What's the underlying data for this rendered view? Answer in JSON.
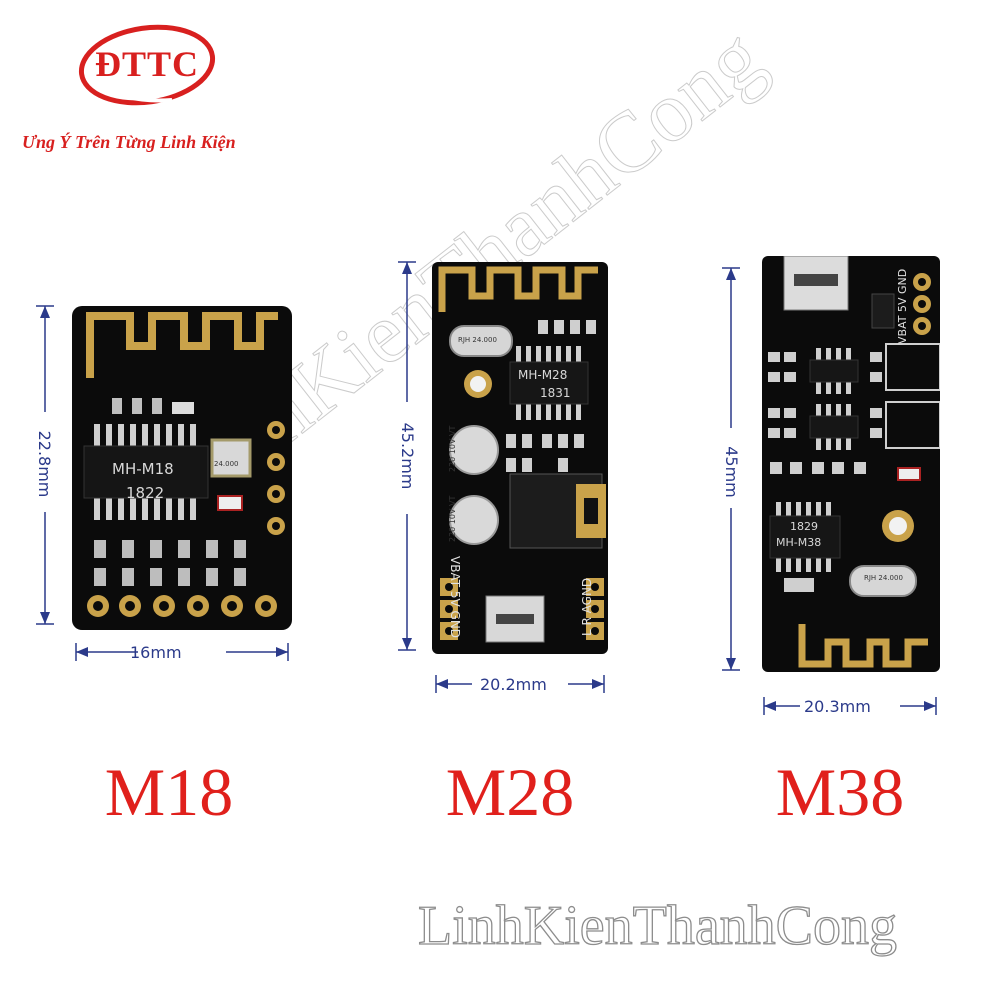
{
  "brand": {
    "logo_text": "ĐTTC",
    "slogan": "Ưng Ý Trên Từng Linh Kiện",
    "color": "#d8201f"
  },
  "modules": [
    {
      "model": "M18",
      "chip_label": "MH-M18",
      "chip_code": "1822",
      "crystal_label": "24.000",
      "height_label": "22.8mm",
      "width_label": "16mm"
    },
    {
      "model": "M28",
      "chip_label": "MH-M28",
      "chip_code": "1831",
      "crystal_label": "RJH 24.000",
      "cap_label": "220 10V VT",
      "pins_left": "VBAT 5V GND",
      "pins_right": "L R AGND",
      "height_label": "45.2mm",
      "width_label": "20.2mm"
    },
    {
      "model": "M38",
      "chip_label": "MH-M38",
      "chip_code": "1829",
      "crystal_label": "RJH 24.000",
      "pins_top": "VBAT 5V GND",
      "height_label": "45mm",
      "width_label": "20.3mm"
    }
  ],
  "watermark": {
    "text": "LinhKienThanhCong"
  },
  "colors": {
    "dimension_line": "#2b3a8a",
    "pcb": "#0b0b0b",
    "gold": "#c9a24a",
    "model_label": "#e0201c"
  }
}
